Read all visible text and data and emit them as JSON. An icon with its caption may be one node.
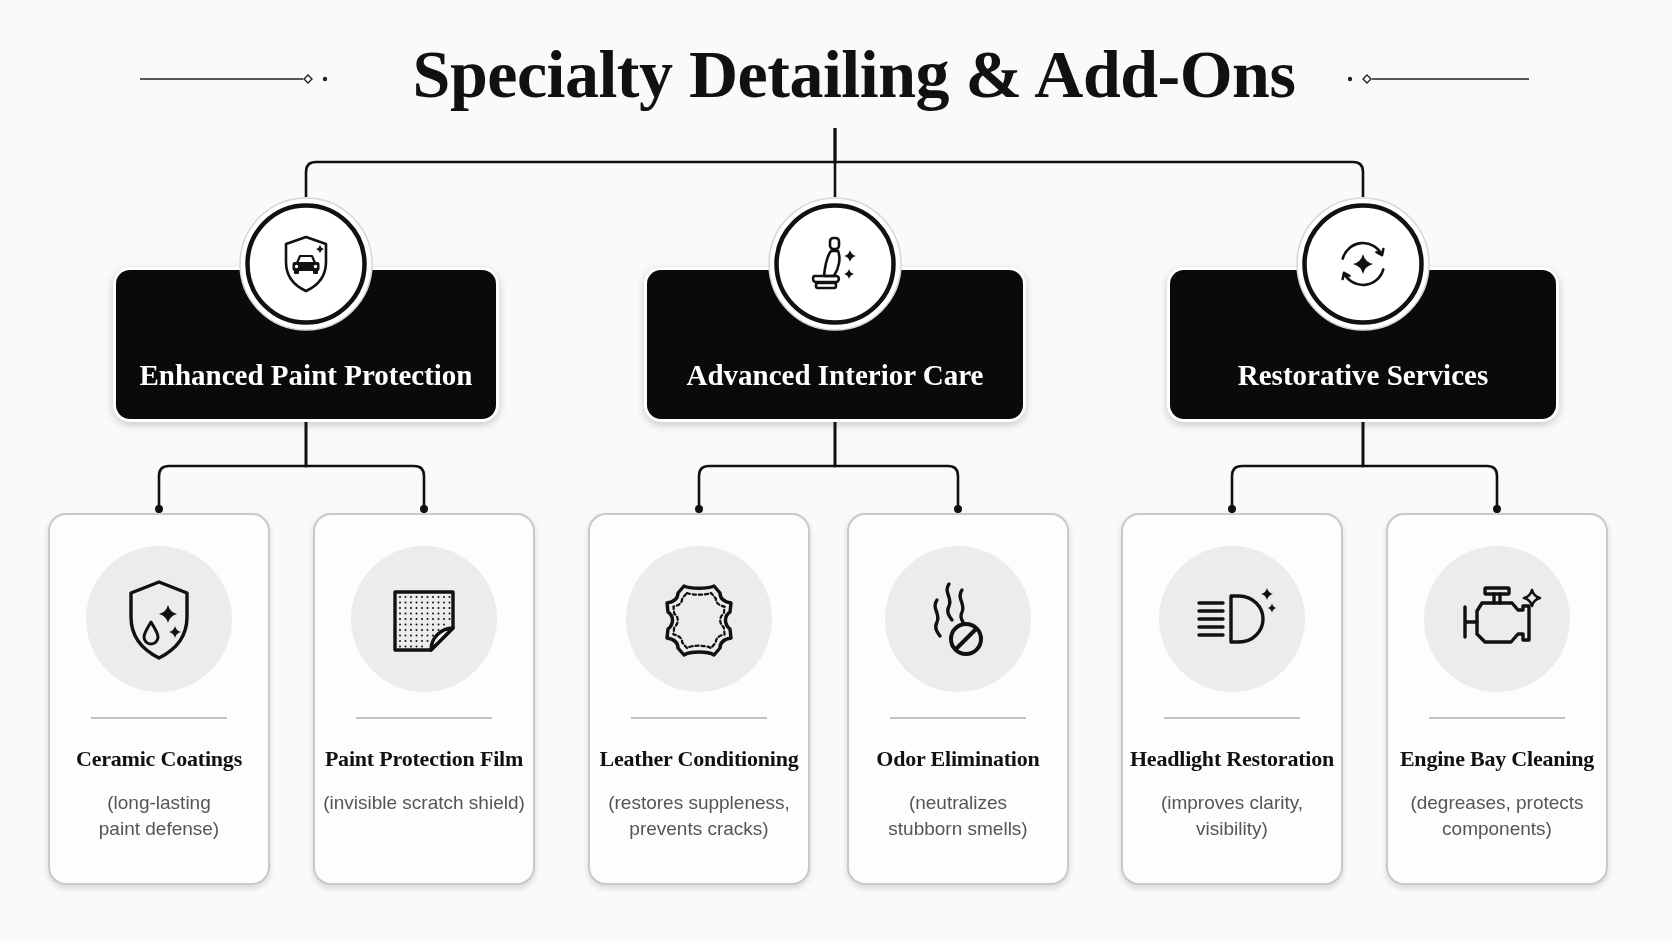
{
  "diagram": {
    "title": "Specialty Detailing & Add-Ons",
    "nodes": [
      {
        "text": [
          "Enhanced Paint Protection"
        ]
      },
      {
        "text": [
          "Advanced Interior Care"
        ]
      },
      {
        "text": [
          "Restorative Services"
        ]
      },
      {
        "text": [
          "Ceramic Coatings",
          "(long-lasting paint defense)"
        ]
      },
      {
        "text": [
          "Paint Protection Film",
          "(invisible scratch shield)"
        ]
      },
      {
        "text": [
          "Leather Conditioning",
          "(restores suppleness, prevents cracks)"
        ]
      },
      {
        "text": [
          "Odor Elimination",
          "(neutralizes stubborn smells)"
        ]
      },
      {
        "text": [
          "Headlight Restoration",
          "(improves clarity, visibility)"
        ]
      },
      {
        "text": [
          "Engine Bay Cleaning",
          "(degreases, protects components)"
        ]
      }
    ],
    "edges": [
      {
        "from": null,
        "to": 0,
        "arrow": "none"
      },
      {
        "from": null,
        "to": 1,
        "arrow": "none"
      },
      {
        "from": null,
        "to": 2,
        "arrow": "none"
      },
      {
        "from": 0,
        "to": 3,
        "arrow": "other"
      },
      {
        "from": 0,
        "to": 4,
        "arrow": "other"
      },
      {
        "from": 1,
        "to": 5,
        "arrow": "other"
      },
      {
        "from": 1,
        "to": 6,
        "arrow": "other"
      },
      {
        "from": 2,
        "to": 7,
        "arrow": "other"
      },
      {
        "from": 2,
        "to": 8,
        "arrow": "other"
      }
    ]
  }
}
